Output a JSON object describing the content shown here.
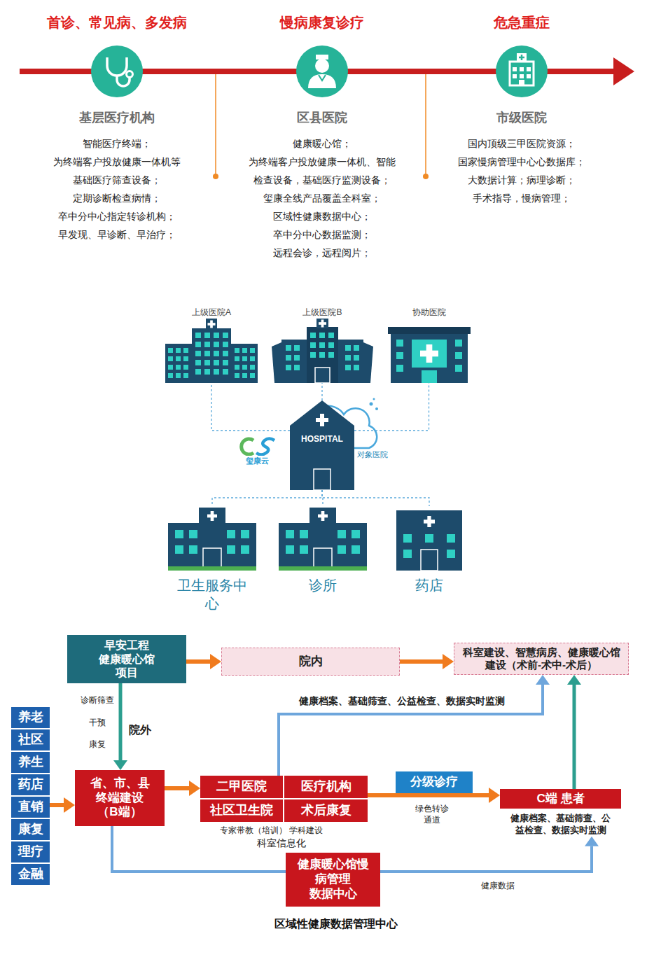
{
  "diagram": {
    "caption": "区域性健康数据管理中心",
    "nodes": [
      {
        "text": [
          "首诊、常见病、多发病",
          "基层医疗机构",
          "智能医疗终端；",
          "为终端客户投放健康一体机等",
          "基础医疗筛查设备；",
          "定期诊断检查病情；",
          "卒中分中心指定转诊机构；",
          "早发现、早诊断、早治疗；"
        ]
      },
      {
        "text": [
          "慢病康复诊疗",
          "区县医院",
          "健康暖心馆；",
          "为终端客户投放健康一体机、智能 检查设备，基础医疗监测设备；",
          "玺康全线产品覆盖全科室；",
          "区域性健康数据中心；",
          "卒中分中心数据监测；",
          "远程会诊，远程阅片；"
        ]
      },
      {
        "text": [
          "危急重症",
          "市级医院",
          "国内顶级三甲医院资源；",
          "国家慢病管理中心心数据库；",
          "大数据计算；病理诊断；",
          "手术指导，慢病管理；"
        ]
      },
      {
        "text": [
          "上级医院A"
        ]
      },
      {
        "text": [
          "上级医院B"
        ]
      },
      {
        "text": [
          "协助医院"
        ]
      },
      {
        "text": [
          "HOSPITAL",
          "对象医院"
        ]
      },
      {
        "text": [
          "卫生服务中心"
        ]
      },
      {
        "text": [
          "诊所"
        ]
      },
      {
        "text": [
          "药店"
        ]
      },
      {
        "text": [
          "早安工程 健康暖心馆 项目"
        ]
      },
      {
        "text": [
          "院内"
        ]
      },
      {
        "text": [
          "科室建设、智慧病房、健康暖心馆 建设（术前-术中-术后）"
        ]
      },
      {
        "text": [
          "养老"
        ]
      },
      {
        "text": [
          "社区"
        ]
      },
      {
        "text": [
          "养生"
        ]
      },
      {
        "text": [
          "药店"
        ]
      },
      {
        "text": [
          "直销"
        ]
      },
      {
        "text": [
          "康复"
        ]
      },
      {
        "text": [
          "理疗"
        ]
      },
      {
        "text": [
          "金融"
        ]
      },
      {
        "text": [
          "省、市、县 终端建设 （B端）"
        ]
      },
      {
        "text": [
          "二甲医院"
        ]
      },
      {
        "text": [
          "医疗机构"
        ]
      },
      {
        "text": [
          "社区卫生院"
        ]
      },
      {
        "text": [
          "术后康复"
        ]
      },
      {
        "text": [
          "分级诊疗"
        ]
      },
      {
        "text": [
          "C端 患者",
          "健康档案、基础筛查、公益检查、数据实时监测"
        ]
      },
      {
        "text": [
          "健康暖心馆慢 病管理 数据中心"
        ]
      }
    ],
    "edges": [
      {
        "from": 6,
        "to": 3,
        "arrow": "none"
      },
      {
        "from": 6,
        "to": 4,
        "arrow": "none"
      },
      {
        "from": 6,
        "to": 5,
        "arrow": "none"
      },
      {
        "from": 6,
        "to": 7,
        "arrow": "none"
      },
      {
        "from": 6,
        "to": 8,
        "arrow": "none"
      },
      {
        "from": 6,
        "to": 9,
        "arrow": "none"
      },
      {
        "from": 10,
        "to": 11,
        "arrow": "to"
      },
      {
        "from": 11,
        "to": 12,
        "arrow": "to"
      },
      {
        "from": 10,
        "to": 21,
        "arrow": "to",
        "label": "院外"
      },
      {
        "from": 17,
        "to": 21,
        "arrow": "to"
      },
      {
        "from": 21,
        "to": 22,
        "arrow": "to"
      },
      {
        "from": 23,
        "to": 27,
        "arrow": "to",
        "label": "绿色转诊 通道"
      },
      {
        "from": 22,
        "to": 12,
        "arrow": "to",
        "label": "健康档案、基础筛查、公益检查、数据实时监测"
      },
      {
        "from": 27,
        "to": 12,
        "arrow": "to"
      },
      {
        "from": 21,
        "to": 27,
        "arrow": "to",
        "label": "健康数据"
      }
    ],
    "labels": [
      "玺康云",
      "诊断筛查",
      "干预",
      "康复",
      "专家带教（培训） 学科建设",
      "科室信息化"
    ]
  }
}
